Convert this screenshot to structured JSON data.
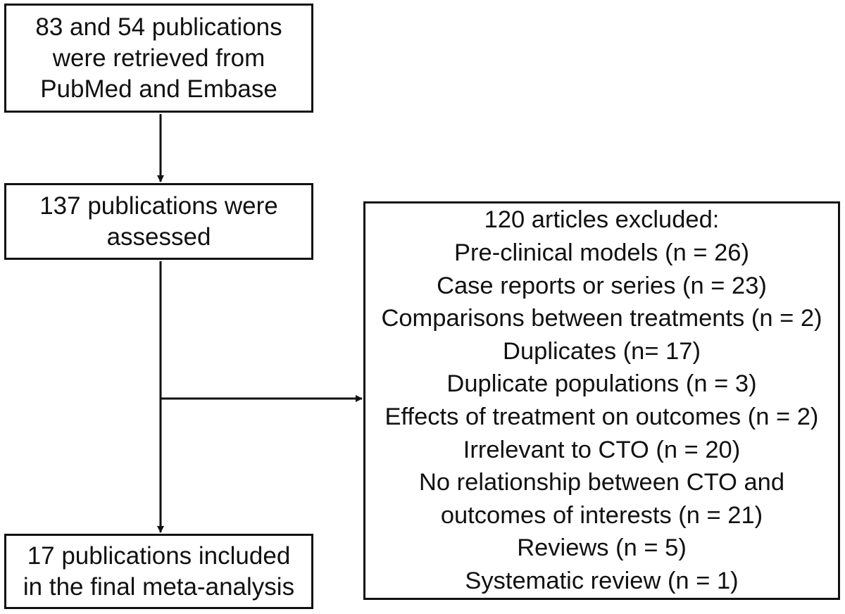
{
  "nodes": {
    "retrieved": "83 and 54 publications\nwere retrieved from\nPubMed and Embase",
    "assessed": "137 publications were\nassessed",
    "included": "17 publications included\nin the final meta-analysis",
    "excluded": {
      "lines": [
        "120 articles excluded:",
        "Pre-clinical models (n = 26)",
        "Case reports or series (n = 23)",
        "Comparisons between treatments (n = 2)",
        "Duplicates (n= 17)",
        "Duplicate populations (n = 3)",
        "Effects of treatment on outcomes (n = 2)",
        "Irrelevant to CTO (n = 20)",
        "No relationship between CTO and",
        "outcomes of interests (n = 21)",
        "Reviews (n = 5)",
        "Systematic review (n = 1)"
      ]
    }
  },
  "edges": [
    {
      "from": "retrieved",
      "to": "assessed"
    },
    {
      "from": "assessed",
      "to": "included"
    },
    {
      "from": "assessed",
      "to": "excluded"
    }
  ]
}
